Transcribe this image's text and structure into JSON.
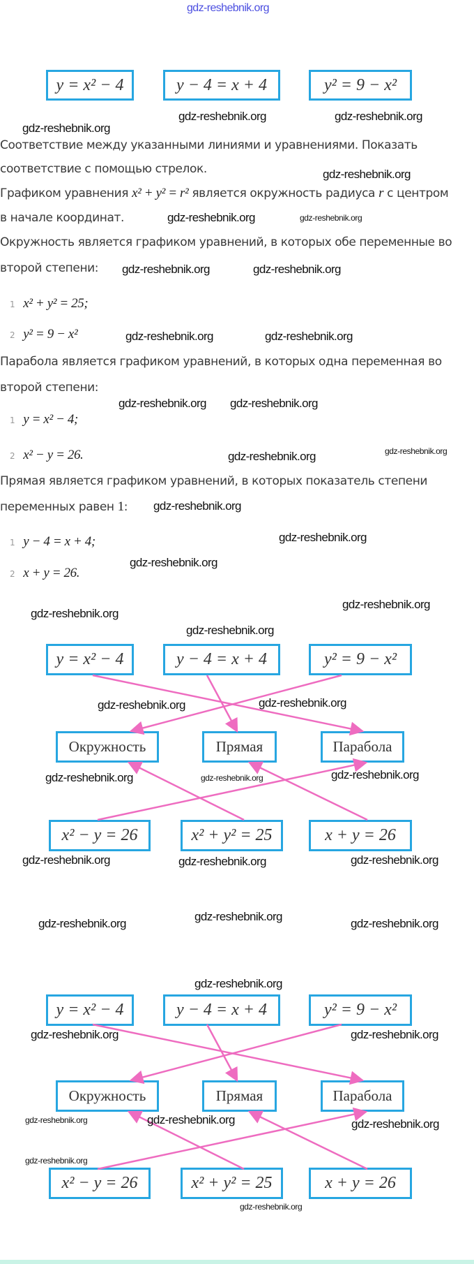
{
  "watermark": "gdz-reshebnik.org",
  "equations": {
    "e1": "y = x² − 4",
    "e2": "y − 4 = x + 4",
    "e3": "y² = 9 − x²",
    "e4": "x² − y = 26",
    "e5": "x² + y² = 25",
    "e6": "x + y = 26"
  },
  "lines": {
    "circle": "Окружность",
    "straight": "Прямая",
    "parabola": "Парабола"
  },
  "text": {
    "task_1": "Соответствие между указанными линиями и уравнениями. Показать",
    "task_2": "соответствие с помощью стрелок.",
    "graph_a": "Графиком уравнения",
    "graph_eq": "x² + y² = r²",
    "graph_b": "является окружность радиуса",
    "graph_r": "r",
    "graph_c": "с центром",
    "graph_2": "в начале координат.",
    "circle_1": "Окружность является графиком уравнений, в которых обе переменные во",
    "circle_2": "второй степени:",
    "circle_list": [
      "x² + y² = 25;",
      "y² = 9 − x²"
    ],
    "parabola_1": "Парабола является графиком уравнений, в которых одна переменная во",
    "parabola_2": "второй степени:",
    "parabola_list": [
      "y = x² − 4;",
      "x² − y = 26."
    ],
    "line_1": "Прямая является графиком уравнений, в которых показатель степени",
    "line_2": "переменных равен",
    "line_one": "1",
    "line_colon": ":",
    "line_list": [
      "y − 4 = x + 4;",
      "x + y = 26."
    ],
    "n1": "1",
    "n2": "2"
  },
  "colors": {
    "box_border": "#27a6e1",
    "arrow": "#ee6cc0",
    "watermark_top": "#4b4ee0"
  }
}
